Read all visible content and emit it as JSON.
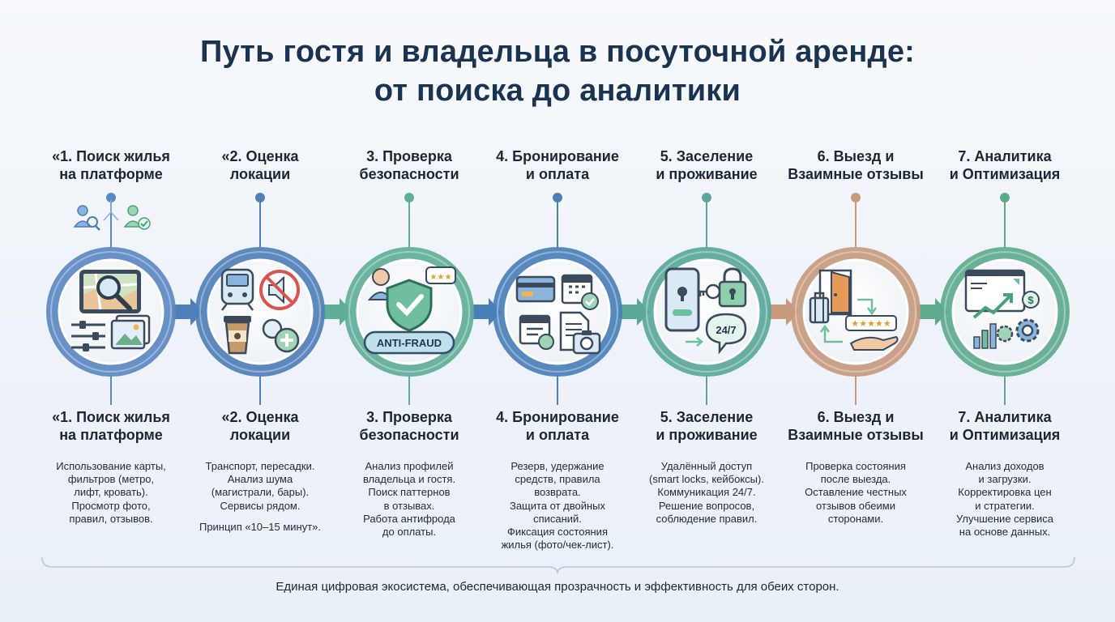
{
  "title": {
    "line1": "Путь гостя и владельца в посуточной аренде:",
    "line2": "от поиска до аналитики"
  },
  "colors": {
    "step1": "#5b88c2",
    "step2": "#4f7fb8",
    "step3": "#5fae98",
    "step4": "#4a7fb8",
    "step5": "#5aa898",
    "step6": "#c79a7e",
    "step7": "#5eaa8e",
    "title": "#1a3350"
  },
  "steps": [
    {
      "top_lines": [
        "«1. Поиск жилья",
        "на платформе"
      ],
      "bottom_lines": [
        "«1. Поиск жилья",
        "на платформе"
      ],
      "desc_lines": [
        "Использование карты,",
        "фильтров (метро,",
        "лифт, кровать).",
        "Просмотр фото,",
        "правил, отзывов."
      ],
      "icons": [
        "guest-search-icon",
        "owner-check-icon",
        "map-search-icon",
        "filter-sliders-icon",
        "photo-gallery-icon"
      ]
    },
    {
      "top_lines": [
        "«2. Оценка",
        "локации"
      ],
      "bottom_lines": [
        "«2. Оценка",
        "локации"
      ],
      "desc_lines": [
        "Транспорт, пересадки.",
        "Анализ шума",
        "(магистрали, бары).",
        "Сервисы рядом.",
        "",
        "Принцип «10–15 минут»."
      ],
      "icons": [
        "train-icon",
        "no-noise-icon",
        "coffee-cup-icon",
        "pharmacy-icon"
      ]
    },
    {
      "top_lines": [
        "3. Проверка",
        "безопасности"
      ],
      "bottom_lines": [
        "3. Проверка",
        "безопасности"
      ],
      "desc_lines": [
        "Анализ профилей",
        "владельца и гостя.",
        "Поиск паттернов",
        "в отзывах.",
        "Работа антифрода",
        "до оплаты."
      ],
      "badge": "ANTI-FRAUD",
      "icons": [
        "shield-check-icon",
        "profile-review-icon"
      ]
    },
    {
      "top_lines": [
        "4. Бронирование",
        "и оплата"
      ],
      "bottom_lines": [
        "4. Бронирование",
        "и оплата"
      ],
      "desc_lines": [
        "Резерв, удержание",
        "средств, правила",
        "возврата.",
        "Защита от двойных",
        "списаний.",
        "Фиксация состояния",
        "жилья (фото/чек-лист)."
      ],
      "icons": [
        "credit-card-icon",
        "calendar-check-icon",
        "calendar-icon",
        "document-icon",
        "camera-icon"
      ]
    },
    {
      "top_lines": [
        "5. Заселение",
        "и проживание"
      ],
      "bottom_lines": [
        "5. Заселение",
        "и проживание"
      ],
      "desc_lines": [
        "Удалённый доступ",
        "(smart locks, кейбоксы).",
        "Коммуникация 24/7.",
        "Решение вопросов,",
        "соблюдение правил."
      ],
      "support_label": "24/7",
      "icons": [
        "smartphone-lock-icon",
        "key-icon",
        "padlock-icon",
        "chat-support-icon"
      ]
    },
    {
      "top_lines": [
        "6. Выезд и",
        "Взаимные отзывы"
      ],
      "bottom_lines": [
        "6. Выезд и",
        "Взаимные отзывы"
      ],
      "desc_lines": [
        "Проверка состояния",
        "после выезда.",
        "Оставление честных",
        "отзывов обеими",
        "сторонами."
      ],
      "icons": [
        "suitcase-icon",
        "door-exit-icon",
        "rating-stars-icon",
        "hand-icon"
      ]
    },
    {
      "top_lines": [
        "7. Аналитика",
        "и Оптимизация"
      ],
      "bottom_lines": [
        "7. Аналитика",
        "и Оптимизация"
      ],
      "desc_lines": [
        "Анализ доходов",
        "и загрузки.",
        "Корректировка цен",
        "и стратегии.",
        "Улучшение сервиса",
        "на основе данных."
      ],
      "icons": [
        "dashboard-chart-icon",
        "growth-arrow-icon",
        "gear-icon",
        "dollar-coin-icon"
      ]
    }
  ],
  "footer": "Единая цифровая экосистема, обеспечивающая прозрачность и эффективность для обеих сторон."
}
